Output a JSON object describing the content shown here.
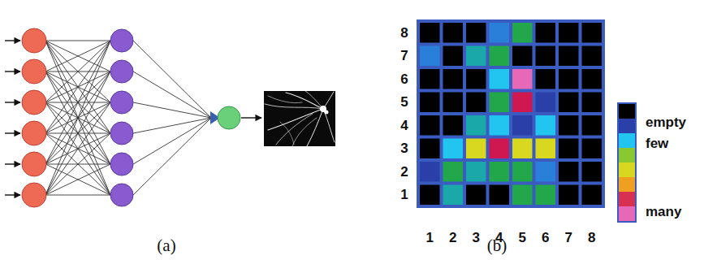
{
  "diagram": {
    "labels": [
      "8",
      "7",
      "6",
      "5",
      "4",
      "3",
      "2",
      "1",
      "1",
      "2",
      "3",
      "4",
      "5",
      "6",
      "7",
      "8",
      "(a)",
      "(b)"
    ],
    "legend": [
      {
        "text": "empty",
        "color": "#000000"
      },
      {
        "text": "few",
        "color": "#22c4f0"
      },
      {
        "text": "many",
        "color": "#e868b8"
      }
    ]
  }
}
